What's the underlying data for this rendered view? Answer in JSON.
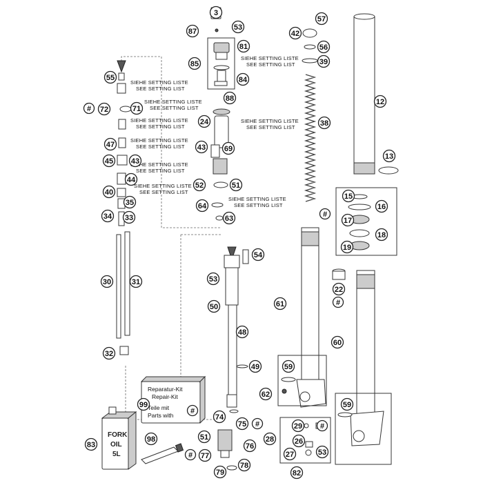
{
  "callouts": {
    "c3": "3",
    "c87": "87",
    "c53a": "53",
    "c81": "81",
    "c85": "85",
    "c84": "84",
    "c57": "57",
    "c42": "42",
    "c56": "56",
    "c39": "39",
    "c12": "12",
    "c13": "13",
    "c55": "55",
    "c72": "72",
    "c71": "71",
    "c88": "88",
    "c24": "24",
    "c38": "38",
    "c47": "47",
    "c43a": "43",
    "c69": "69",
    "c45": "45",
    "c43b": "43",
    "c44": "44",
    "c52": "52",
    "c51a": "51",
    "c40": "40",
    "c35": "35",
    "c64": "64",
    "c34": "34",
    "c33": "33",
    "c63": "63",
    "c15": "15",
    "c16": "16",
    "c17": "17",
    "c18": "18",
    "c19": "19",
    "c54": "54",
    "c53b": "53",
    "c50": "50",
    "c30": "30",
    "c31": "31",
    "c22": "22",
    "c61": "61",
    "c48": "48",
    "c60": "60",
    "c32": "32",
    "c49": "49",
    "c59a": "59",
    "c62": "62",
    "c99": "99",
    "c59b": "59",
    "c74": "74",
    "c75": "75",
    "c83": "83",
    "c98": "98",
    "c51b": "51",
    "c76": "76",
    "c77": "77",
    "c28": "28",
    "c29": "29",
    "c26": "26",
    "c27": "27",
    "c53c": "53",
    "c79": "79",
    "c78": "78",
    "c82": "82",
    "hash1": "#",
    "hash2": "#",
    "hash3": "#",
    "hash4": "#",
    "hash5": "#",
    "hash6": "#",
    "hash7": "#"
  },
  "notes": {
    "siehe": "SIEHE SETTING LISTE",
    "see": "SEE SETTING LIST"
  },
  "repair_kit": {
    "line1": "Reparatur-Kit",
    "line2": "Repair-Kit",
    "line3": "Teile mit",
    "line4": "Parts with"
  },
  "fork_oil": {
    "line1": "FORK",
    "line2": "OIL",
    "line3": "5L"
  }
}
